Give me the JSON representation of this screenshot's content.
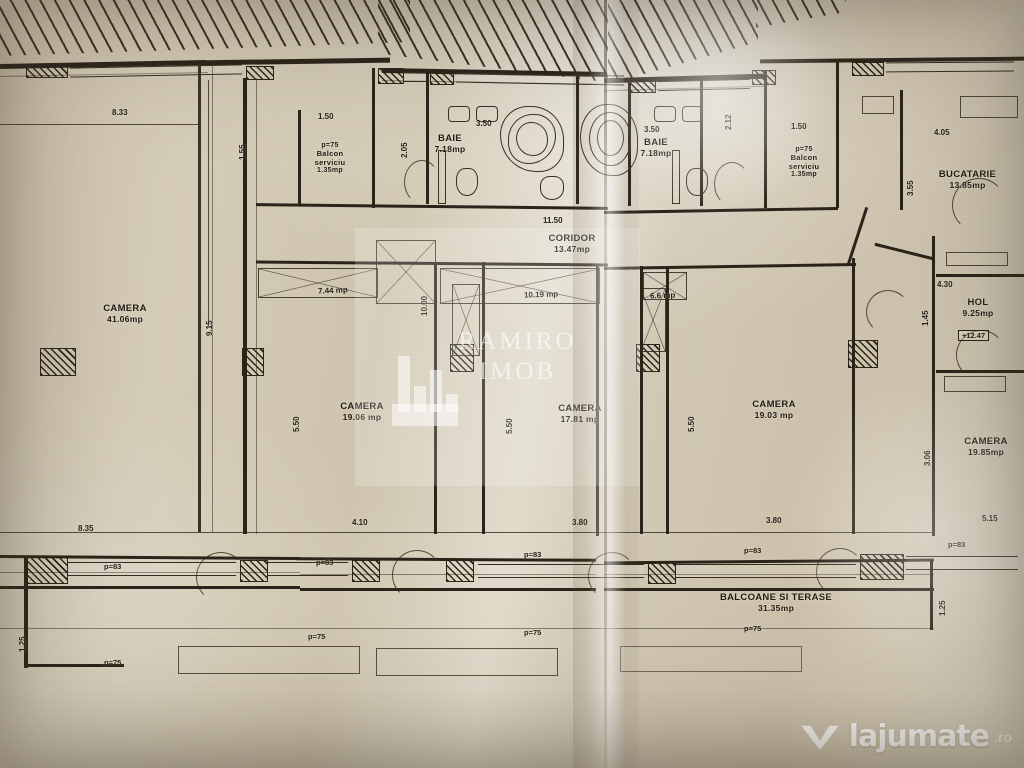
{
  "document": {
    "kind": "architectural-floor-plan",
    "language": "ro",
    "area_unit": "mp"
  },
  "rooms": [
    {
      "id": "camera-left",
      "name": "CAMERA",
      "area": "41.06mp"
    },
    {
      "id": "balcon-serviciu-1",
      "name": "Balcon",
      "name2": "serviciu",
      "area": "1.35mp",
      "thickness": "p=75"
    },
    {
      "id": "baie-1",
      "name": "BAIE",
      "area": "7.18mp"
    },
    {
      "id": "baie-2",
      "name": "BAIE",
      "area": "7.18mp"
    },
    {
      "id": "balcon-serviciu-2",
      "name": "Balcon",
      "name2": "serviciu",
      "area": "1.35mp",
      "thickness": "p=75"
    },
    {
      "id": "bucatarie",
      "name": "BUCATARIE",
      "area": "13.85mp"
    },
    {
      "id": "coridor",
      "name": "CORIDOR",
      "area": "13.47mp"
    },
    {
      "id": "hol",
      "name": "HOL",
      "area": "9.25mp",
      "elevation": "+12.47"
    },
    {
      "id": "camera-2",
      "name": "CAMERA",
      "area": "19.06 mp"
    },
    {
      "id": "camera-3",
      "name": "CAMERA",
      "area": "17.81 mp"
    },
    {
      "id": "camera-4",
      "name": "CAMERA",
      "area": "19.03 mp"
    },
    {
      "id": "camera-5",
      "name": "CAMERA",
      "area": "19.85mp"
    },
    {
      "id": "balcoane-terase",
      "name": "BALCOANE SI TERASE",
      "area": "31.35mp"
    }
  ],
  "closets": [
    {
      "id": "dressing-1",
      "area": "7.44 mp"
    },
    {
      "id": "dressing-2",
      "area": "10.19 mp"
    },
    {
      "id": "dressing-3",
      "area": "6.6 mp"
    }
  ],
  "dimensions_top": [
    {
      "id": "d-top-1",
      "value": "8.33"
    },
    {
      "id": "d-top-2",
      "value": "1.50"
    },
    {
      "id": "d-top-3",
      "value": "3.50"
    },
    {
      "id": "d-top-4",
      "value": "3.50"
    },
    {
      "id": "d-top-5",
      "value": "1.50"
    },
    {
      "id": "d-top-6",
      "value": "4.05"
    }
  ],
  "dimensions_mid": [
    {
      "id": "d-mid-1",
      "value": "11.50"
    },
    {
      "id": "d-mid-2",
      "value": "4.30"
    }
  ],
  "dimensions_bottom": [
    {
      "id": "d-bot-1",
      "value": "8.35"
    },
    {
      "id": "d-bot-2",
      "value": "4.10"
    },
    {
      "id": "d-bot-3",
      "value": "3.80"
    },
    {
      "id": "d-bot-4",
      "value": "3.80"
    },
    {
      "id": "d-bot-5",
      "value": "5.15"
    }
  ],
  "dimensions_vertical": [
    {
      "id": "d-v-1",
      "value": "9.15"
    },
    {
      "id": "d-v-2",
      "value": "5.50"
    },
    {
      "id": "d-v-3",
      "value": "5.50"
    },
    {
      "id": "d-v-4",
      "value": "5.50"
    },
    {
      "id": "d-v-5",
      "value": "3.55"
    },
    {
      "id": "d-v-6",
      "value": "1.45"
    },
    {
      "id": "d-v-7",
      "value": "3.06"
    },
    {
      "id": "d-v-8",
      "value": "1.55"
    },
    {
      "id": "d-v-9",
      "value": "2.05"
    },
    {
      "id": "d-v-10",
      "value": "1.25"
    },
    {
      "id": "d-v-11",
      "value": "1.25"
    },
    {
      "id": "d-v-12",
      "value": "10.00"
    },
    {
      "id": "d-v-13",
      "value": "2.12"
    }
  ],
  "thickness_marks": [
    {
      "id": "p-1",
      "value": "p=83"
    },
    {
      "id": "p-2",
      "value": "p=83"
    },
    {
      "id": "p-3",
      "value": "p=83"
    },
    {
      "id": "p-4",
      "value": "p=83"
    },
    {
      "id": "p-5",
      "value": "p=83"
    },
    {
      "id": "p-6",
      "value": "p=75"
    },
    {
      "id": "p-7",
      "value": "p=75"
    },
    {
      "id": "p-8",
      "value": "p=75"
    },
    {
      "id": "p-9",
      "value": "p=75"
    }
  ],
  "watermarks": {
    "agency_line1": "RAMIRO",
    "agency_line2": "IMOB",
    "portal_name": "lajumate",
    "portal_tld": ".ro"
  },
  "colors": {
    "paper": "#d4cab4",
    "ink": "#2a2319",
    "watermark": "#ffffff"
  }
}
